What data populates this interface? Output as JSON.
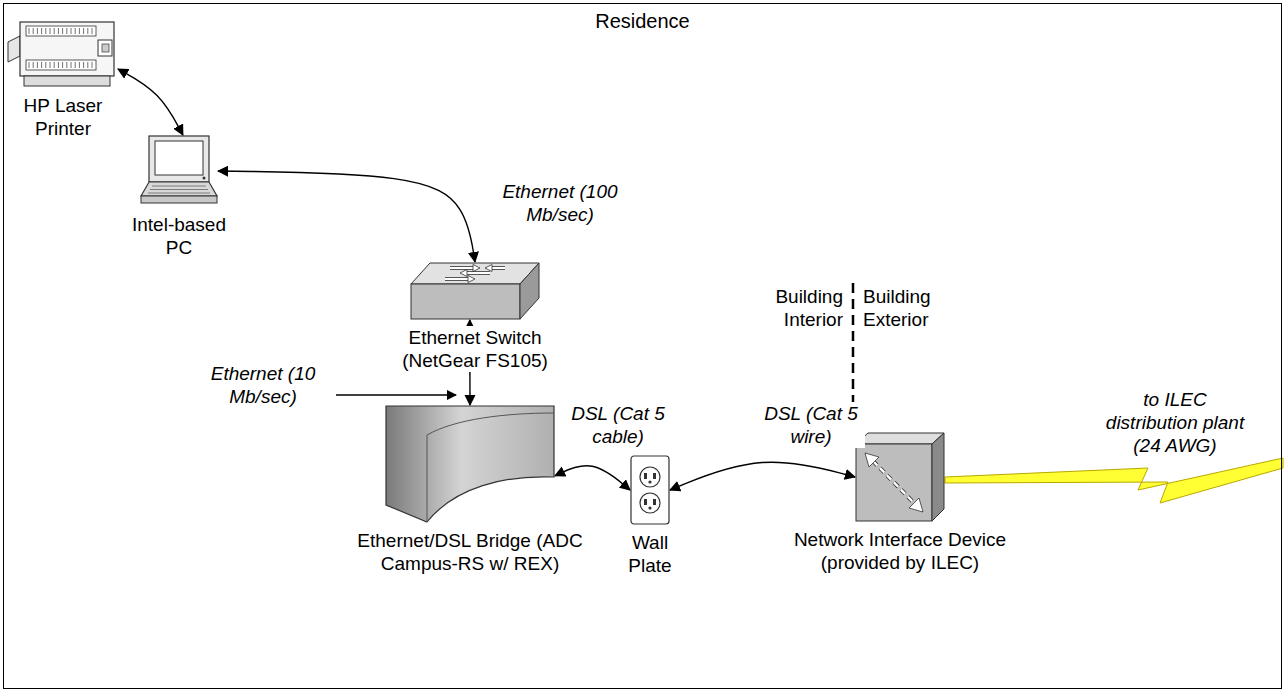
{
  "diagram": {
    "title": "Residence",
    "nodes": [
      {
        "text": [
          "Residence"
        ]
      },
      {
        "text": [
          "HP Laser Printer"
        ],
        "in": 0
      },
      {
        "text": [
          "Intel-based PC"
        ],
        "in": 0
      },
      {
        "text": [
          "Ethernet Switch (NetGear FS105)"
        ],
        "in": 0
      },
      {
        "text": [
          "Ethernet/DSL Bridge (ADC Campus-RS w/ REX)"
        ],
        "in": 0
      },
      {
        "text": [
          "Wall Plate"
        ],
        "in": 0
      },
      {
        "text": [
          "Network Interface Device (provided by ILEC)"
        ],
        "in": 0
      }
    ],
    "edges": [
      {
        "from": 1,
        "to": 2,
        "arrow": "both"
      },
      {
        "from": 2,
        "to": 3,
        "label": "Ethernet (100 Mb/sec)",
        "arrow": "both"
      },
      {
        "from": 3,
        "to": 4,
        "label": "Ethernet (10 Mb/sec)",
        "arrow": "both"
      },
      {
        "from": 4,
        "to": 5,
        "label": "DSL (Cat 5 cable)",
        "arrow": "both"
      },
      {
        "from": 5,
        "to": 6,
        "label": "DSL (Cat 5 wire)",
        "arrow": "both"
      }
    ],
    "labels": [
      "Building Interior",
      "Building Exterior",
      "to ILEC distribution plant (24 AWG)"
    ]
  }
}
